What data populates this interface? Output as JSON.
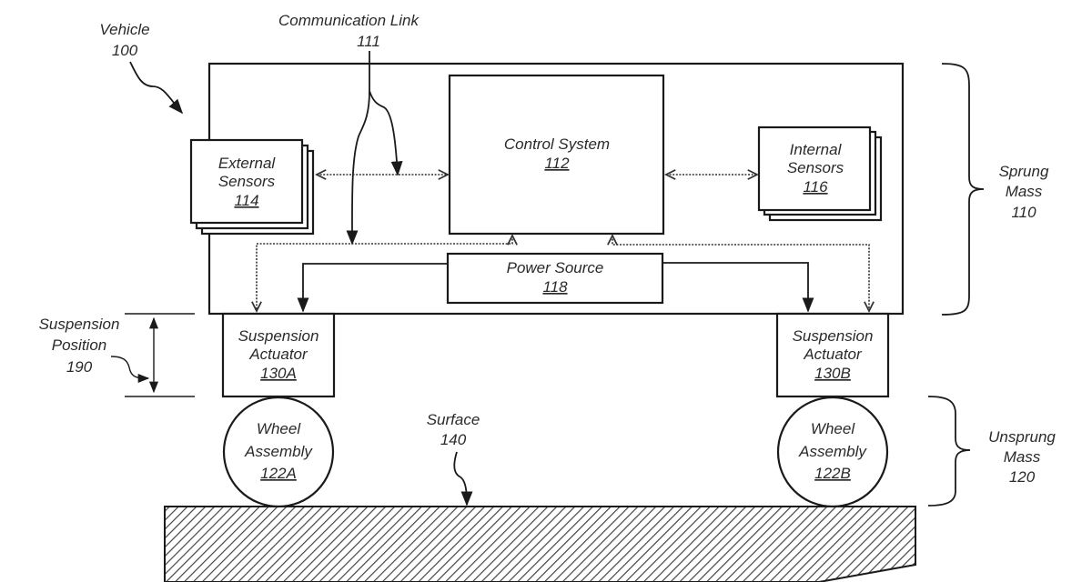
{
  "figure": {
    "vehicle": {
      "label": "Vehicle",
      "ref": "100"
    },
    "communication_link": {
      "label": "Communication Link",
      "ref": "111"
    },
    "control_system": {
      "label": "Control System",
      "ref": "112"
    },
    "external_sensors": {
      "line1": "External",
      "line2": "Sensors",
      "ref": "114"
    },
    "internal_sensors": {
      "line1": "Internal",
      "line2": "Sensors",
      "ref": "116"
    },
    "power_source": {
      "label": "Power Source",
      "ref": "118"
    },
    "sprung_mass": {
      "line1": "Sprung",
      "line2": "Mass",
      "ref": "110"
    },
    "unsprung_mass": {
      "line1": "Unsprung",
      "line2": "Mass",
      "ref": "120"
    },
    "suspension_position": {
      "line1": "Suspension",
      "line2": "Position",
      "ref": "190"
    },
    "actuator_a": {
      "line1": "Suspension",
      "line2": "Actuator",
      "ref": "130A"
    },
    "actuator_b": {
      "line1": "Suspension",
      "line2": "Actuator",
      "ref": "130B"
    },
    "wheel_a": {
      "line1": "Wheel",
      "line2": "Assembly",
      "ref": "122A"
    },
    "wheel_b": {
      "line1": "Wheel",
      "line2": "Assembly",
      "ref": "122B"
    },
    "surface": {
      "label": "Surface",
      "ref": "140"
    }
  }
}
